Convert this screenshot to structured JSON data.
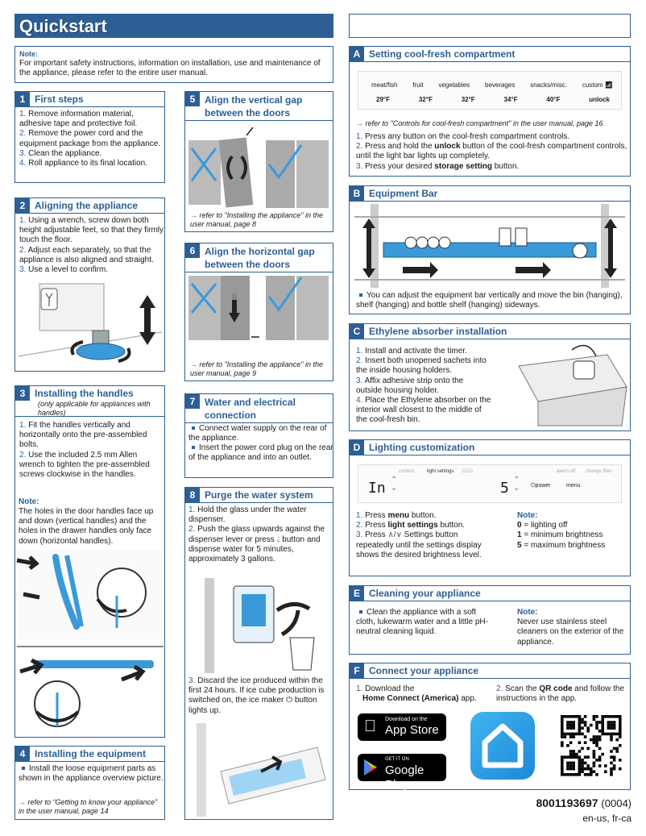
{
  "banner": {
    "title": "Quickstart"
  },
  "intro_note": {
    "label": "Note:",
    "text": "For important safety instructions, information on installation, use and maintenance of the appliance, please refer to the entire user manual."
  },
  "s1": {
    "num": "1",
    "title": "First steps",
    "items": [
      "Remove information material, adhesive tape and protective foil.",
      "Remove the power cord and the equipment package from the appliance.",
      "Clean the appliance.",
      "Roll appliance to its final location."
    ]
  },
  "s2": {
    "num": "2",
    "title": "Aligning the appliance",
    "items": [
      "Using a wrench, screw down both height adjustable feet, so that they firmly touch the floor.",
      "Adjust each separately, so that the appliance is also aligned and straight.",
      "Use a level to confirm."
    ]
  },
  "s3": {
    "num": "3",
    "title": "Installing the handles",
    "subtitle": "(only applicable for appliances with handles)",
    "items": [
      "Fit the handles vertically and horizontally onto the pre-assembled bolts.",
      "Use the included 2.5 mm Allen wrench to tighten the pre-assembled screws clockwise in the handles."
    ],
    "note_label": "Note:",
    "note_text": "The holes in the door handles face up and down (vertical handles) and the holes in the drawer handles only face down (horizontal handles)."
  },
  "s4": {
    "num": "4",
    "title": "Installing the equipment",
    "bullet": "Install the loose equipment parts as shown in the appliance overview picture.",
    "ref": "refer to “Getting to know your appliance” in the user manual, page 14"
  },
  "s5": {
    "num": "5",
    "title": "Align the vertical gap between the doors",
    "ref": "refer to \"Installing the appliance\" in the user manual, page 8"
  },
  "s6": {
    "num": "6",
    "title": "Align the horizontal gap between the doors",
    "ref": "refer to \"Installing the appliance\" in the user manual, page 9"
  },
  "s7": {
    "num": "7",
    "title": "Water and electrical connection",
    "bullets": [
      "Connect water supply on the rear of the appliance.",
      "Insert the power cord plug on the rear of the appliance and into an outlet."
    ]
  },
  "s8": {
    "num": "8",
    "title": "Purge the water system",
    "items": [
      "Hold the glass under the water dispenser.",
      "Push the glass upwards against the dispenser lever or press ",
      " button and dispense water for 5 minutes, approximately 3 gallons."
    ],
    "item3": "Discard the ice produced within the first 24 hours. If ice cube production is switched on, the ice maker",
    "item3_tail": "button lights up."
  },
  "sA": {
    "num": "A",
    "title": "Setting cool-fresh compartment",
    "panel_labels": [
      "meat/fish",
      "fruit",
      "vegetables",
      "beverages",
      "snacks/misc.",
      "custom"
    ],
    "panel_values": [
      "29°F",
      "32°F",
      "32°F",
      "34°F",
      "40°F",
      "unlock"
    ],
    "ref": "refer to \"Controls for cool-fresh compartment\" in the user manual, page 16",
    "item1": "Press any button on the cool-fresh compartment controls.",
    "item2_pre": "Press and hold the ",
    "item2_bold": "unlock",
    "item2_post": " button of the cool-fresh compartment controls, until the light bar lights up completely.",
    "item3_pre": "Press your desired ",
    "item3_bold": "storage setting",
    "item3_post": " button."
  },
  "sB": {
    "num": "B",
    "title": "Equipment Bar",
    "bullet": "You can adjust the equipment bar vertically and move the bin (hanging), shelf (hanging) and bottle shelf (hanging) sideways."
  },
  "sC": {
    "num": "C",
    "title": "Ethylene absorber installation",
    "items": [
      "Install and activate the timer.",
      "Insert both unopened sachets into the inside housing holders.",
      "Affix adhesive strip onto the outside housing holder.",
      "Place the Ethylene absorber on the interior wall closest to the middle of the cool-fresh bin."
    ]
  },
  "sD": {
    "num": "D",
    "title": "Lighting customization",
    "panel_top": [
      "contest",
      "light settings",
      "12/11",
      "alarm off",
      "change filter"
    ],
    "panel_left": "In",
    "panel_right": "5",
    "panel_power": "power",
    "panel_menu": "menu",
    "item1_pre": "Press ",
    "item1_bold": "menu",
    "item1_post": " button.",
    "item2_pre": "Press ",
    "item2_bold": "light settings",
    "item2_post": " button.",
    "item3_pre": "Press ",
    "item3_post": " Settings button repeatedly until the settings display shows the desired brightness level.",
    "note_label": "Note:",
    "note_lines": [
      [
        "0",
        " = lighting off"
      ],
      [
        "1",
        " = minimum brightness"
      ],
      [
        "5",
        " = maximum brightness"
      ]
    ]
  },
  "sE": {
    "num": "E",
    "title": "Cleaning your appliance",
    "bullet": "Clean the appliance with a soft cloth, lukewarm water and a little pH-neutral cleaning liquid.",
    "note_label": "Note:",
    "note_text": "Never use stainless steel cleaners on the exterior of the appliance."
  },
  "sF": {
    "num": "F",
    "title": "Connect your appliance",
    "item1": "Download the",
    "item1_bold": "Home Connect (America)",
    "item1_post": " app.",
    "item2_pre": "Scan the ",
    "item2_bold": "QR code",
    "item2_post": " and follow the instructions in the app.",
    "appstore_small": "Download on the",
    "appstore_big": "App Store",
    "gplay_small": "GET IT ON",
    "gplay_big": "Google Play"
  },
  "footer": {
    "part": "8001193697",
    "rev": "(0004)",
    "lang": "en-us, fr-ca"
  },
  "colors": {
    "accent": "#2d5f95",
    "highlight": "#3a9ad9"
  }
}
